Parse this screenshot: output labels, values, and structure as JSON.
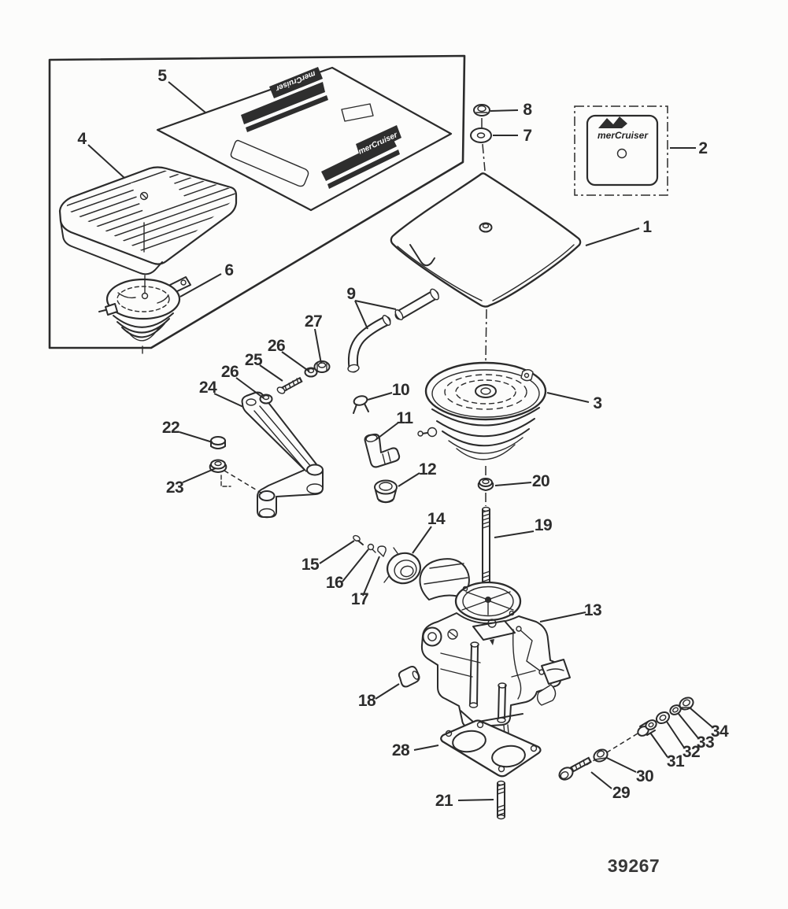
{
  "figure": {
    "drawing_number": "39267",
    "brand": "merCruiser"
  },
  "callouts": [
    "1",
    "2",
    "3",
    "4",
    "5",
    "6",
    "7",
    "8",
    "9",
    "10",
    "11",
    "12",
    "13",
    "14",
    "15",
    "16",
    "17",
    "18",
    "19",
    "20",
    "21",
    "22",
    "23",
    "24",
    "25",
    "26",
    "26",
    "27",
    "28",
    "29",
    "30",
    "31",
    "32",
    "33",
    "34"
  ]
}
